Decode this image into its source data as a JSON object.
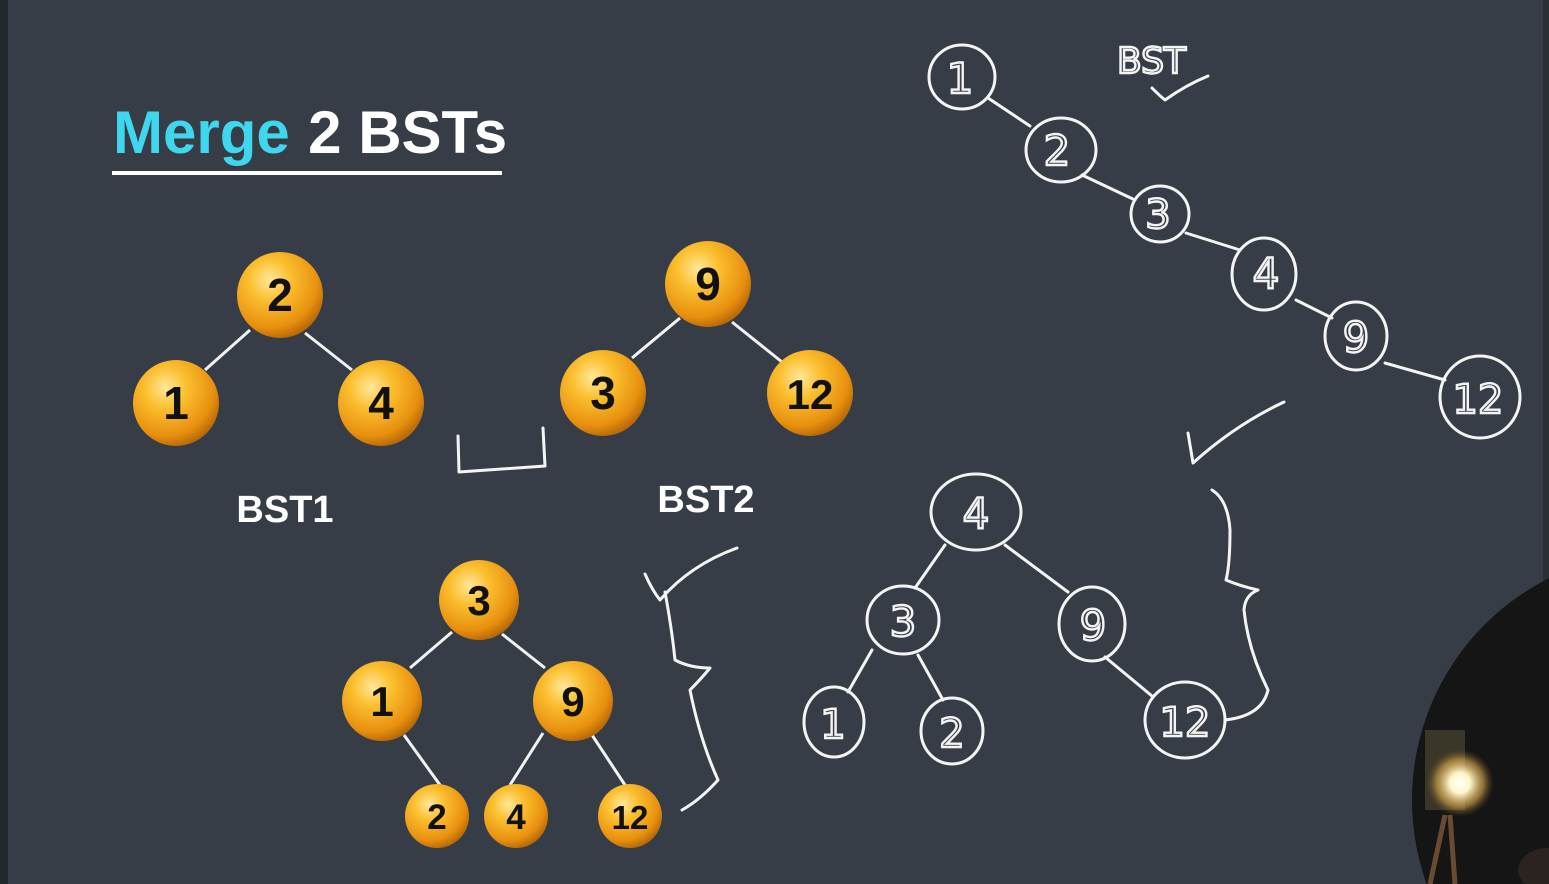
{
  "title": {
    "highlight": "Merge",
    "rest": "2 BSTs"
  },
  "bst1": {
    "label": "BST1",
    "nodes": {
      "root": "2",
      "left": "1",
      "right": "4"
    }
  },
  "bst2": {
    "label": "BST2",
    "nodes": {
      "root": "9",
      "left": "3",
      "right": "12"
    }
  },
  "merged": {
    "nodes": {
      "root": "3",
      "left": "1",
      "right": "9",
      "ll": "2",
      "rl": "4",
      "rr": "12"
    }
  },
  "handwritten": {
    "chain_label": "BST",
    "chain": [
      "1",
      "2",
      "3",
      "4",
      "9",
      "12"
    ],
    "balanced": {
      "root": "4",
      "left": "3",
      "right": "9",
      "ll": "1",
      "lr": "2",
      "rr": "12"
    }
  },
  "colors": {
    "background": "#373d46",
    "title_highlight": "#3fd7ee",
    "node_fill": "#f7a823",
    "chalk": "#f4f4f4"
  }
}
